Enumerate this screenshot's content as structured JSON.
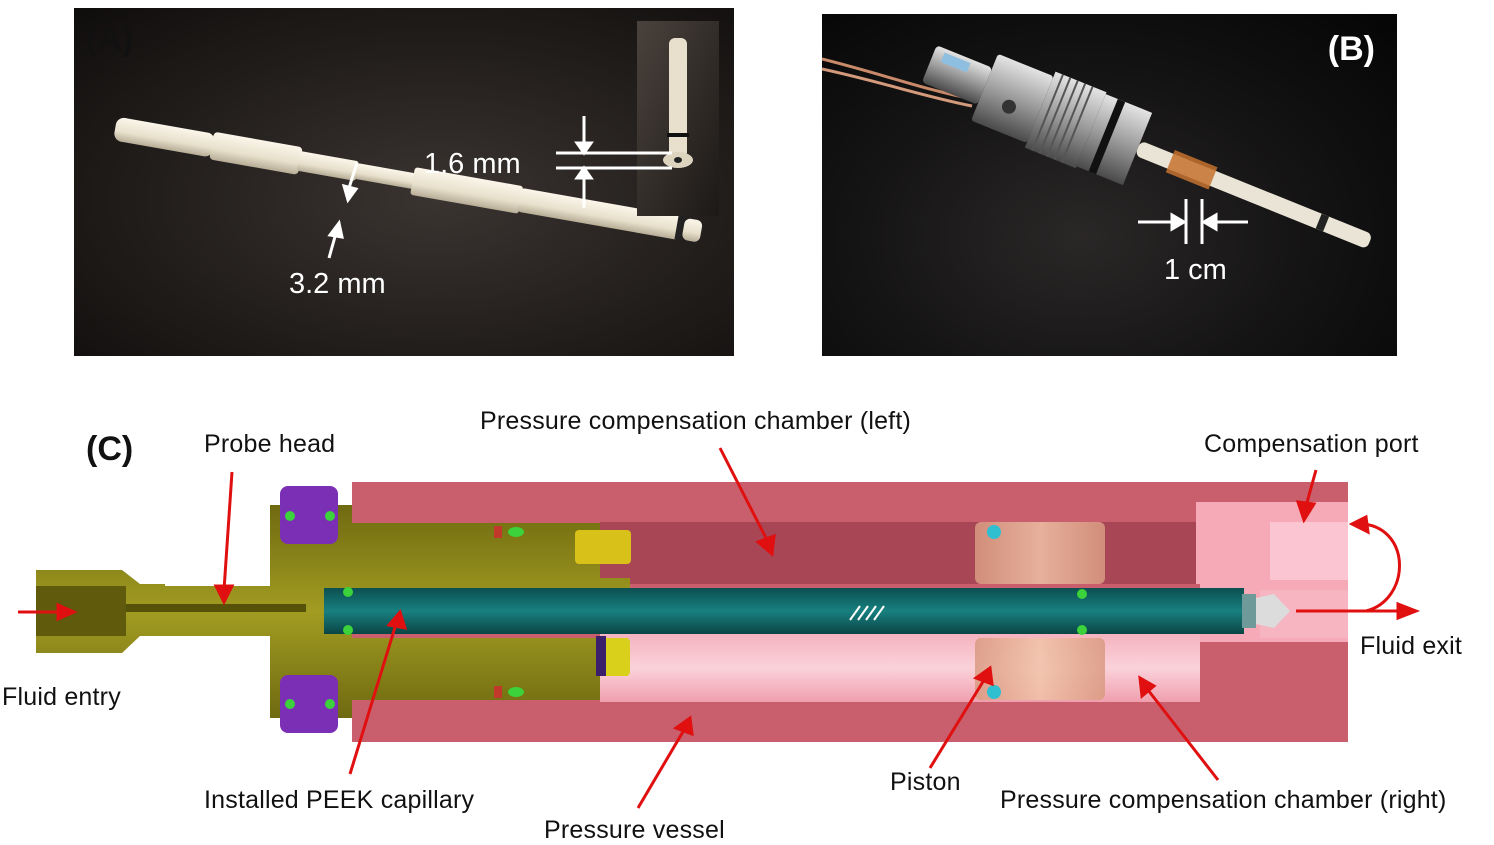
{
  "panels": {
    "a": {
      "label": "(A)",
      "measure_small": "1.6 mm",
      "measure_large": "3.2 mm"
    },
    "b": {
      "label": "(B)",
      "measure": "1 cm"
    },
    "c": {
      "label": "(C)",
      "callouts": {
        "probe_head": "Probe head",
        "chamber_left": "Pressure compensation chamber (left)",
        "compensation_port": "Compensation port",
        "fluid_entry": "Fluid entry",
        "fluid_exit": "Fluid exit",
        "peek_capillary": "Installed PEEK capillary",
        "pressure_vessel": "Pressure vessel",
        "piston": "Piston",
        "chamber_right": "Pressure compensation chamber (right)"
      }
    }
  },
  "colors": {
    "vessel": "#c95f6d",
    "chamber": "#f2a2b0",
    "chamber_dark": "#8a3a48",
    "probe_head": "#8f8a16",
    "capillary": "#0f5e5e",
    "nut": "#7b2fb5",
    "oring": "#3bd23b",
    "arrow": "#e01010"
  }
}
